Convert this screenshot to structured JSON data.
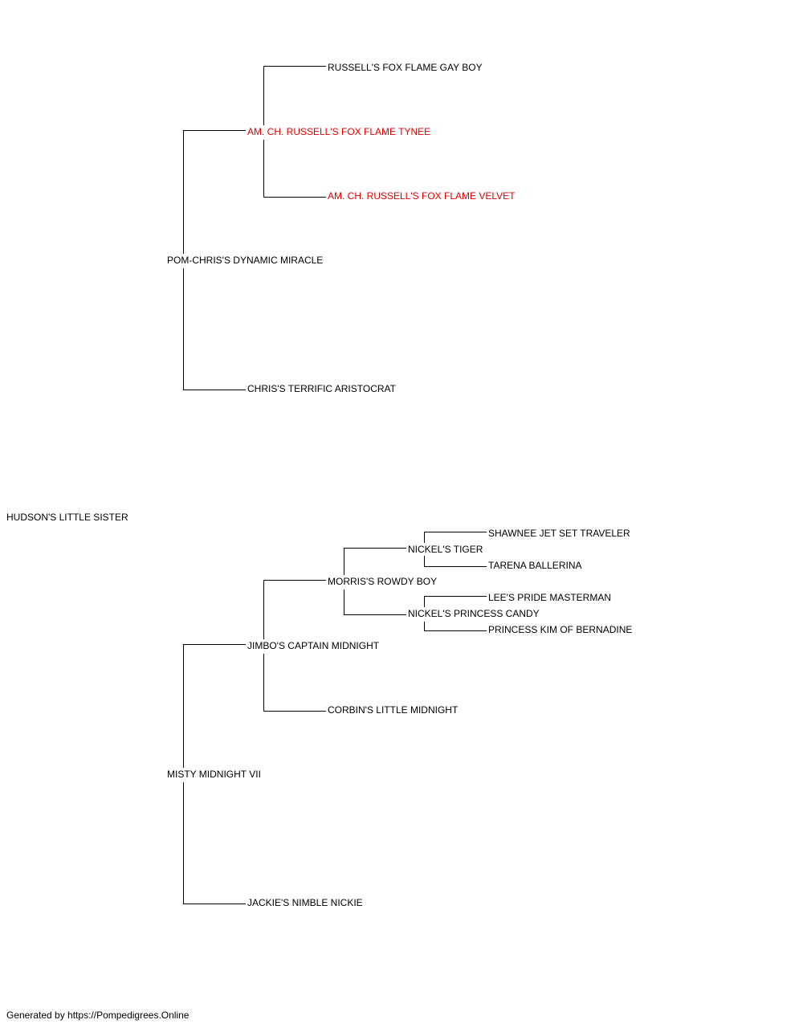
{
  "pedigree": {
    "subject": "HUDSON'S LITTLE SISTER",
    "sire": "POM-CHRIS'S DYNAMIC MIRACLE",
    "sire_sire": "AM. CH. RUSSELL'S FOX FLAME TYNEE",
    "sire_sire_sire": "RUSSELL'S FOX FLAME GAY BOY",
    "sire_sire_dam": "AM. CH. RUSSELL'S FOX FLAME VELVET",
    "sire_dam": "CHRIS'S TERRIFIC ARISTOCRAT",
    "dam": "MISTY MIDNIGHT VII",
    "dam_sire": "JIMBO'S CAPTAIN MIDNIGHT",
    "dam_sire_sire": "MORRIS'S ROWDY BOY",
    "dam_sire_sire_sire": "NICKEL'S TIGER",
    "dam_sire_sire_sire_sire": "SHAWNEE JET SET TRAVELER",
    "dam_sire_sire_sire_dam": "TARENA BALLERINA",
    "dam_sire_sire_dam": "NICKEL'S PRINCESS CANDY",
    "dam_sire_sire_dam_sire": "LEE'S PRIDE MASTERMAN",
    "dam_sire_sire_dam_dam": "PRINCESS KIM OF BERNADINE",
    "dam_sire_dam": "CORBIN'S LITTLE MIDNIGHT",
    "dam_dam": "JACKIE'S NIMBLE NICKIE"
  },
  "champion_color": "#e00000",
  "line_color": "#000000",
  "footer": "Generated by https://Pompedigrees.Online"
}
